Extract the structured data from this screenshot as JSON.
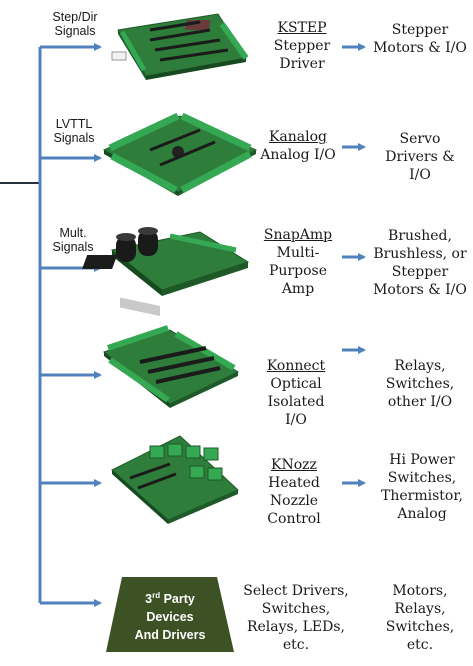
{
  "colors": {
    "line": "#4f81bd",
    "board": "#2e7d3a",
    "board_dark": "#1e5a28",
    "terminal": "#34a853",
    "trapezoid": "#3c5124"
  },
  "signals": [
    {
      "label": "Step/Dir Signals"
    },
    {
      "label": "LVTTL Signals"
    },
    {
      "label": "Mult. Signals"
    }
  ],
  "products": [
    {
      "name": "KSTEP",
      "desc": "Stepper Driver",
      "output": "Stepper Motors & I/O",
      "image_icon": "kstep-board-photo"
    },
    {
      "name": "Kanalog",
      "desc": "Analog I/O",
      "output": "Servo Drivers & I/O",
      "image_icon": "kanalog-board-photo"
    },
    {
      "name": "SnapAmp",
      "desc": "Multi-Purpose Amp",
      "output": "Brushed, Brushless, or Stepper Motors & I/O",
      "image_icon": "snapamp-board-photo"
    },
    {
      "name": "Konnect",
      "desc": "Optical Isolated I/O",
      "output": "Relays, Switches, other I/O",
      "image_icon": "konnect-board-photo"
    },
    {
      "name": "KNozz",
      "desc": "Heated Nozzle Control",
      "output": "Hi Power Switches, Thermistor, Analog",
      "image_icon": "knozz-board-photo"
    }
  ],
  "third_party": {
    "title_line1": "3",
    "title_sup": "rd",
    "title_line1_rest": " Party",
    "title_line2": "Devices",
    "title_line3": "And Drivers",
    "desc": "Select Drivers, Switches, Relays, LEDs, etc.",
    "output": "Motors, Relays, Switches, etc."
  }
}
